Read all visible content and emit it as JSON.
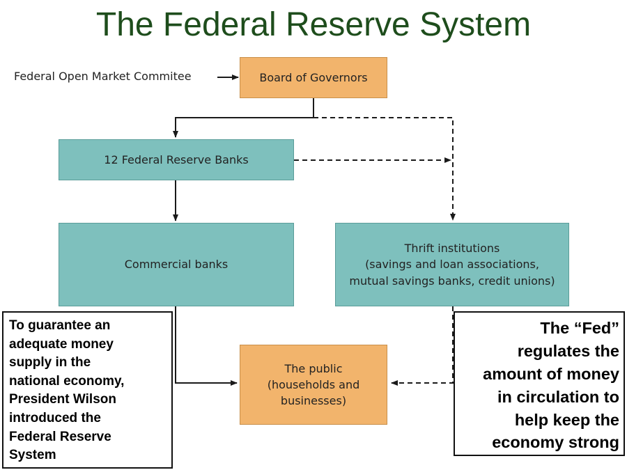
{
  "slide": {
    "title": "The Federal Reserve System"
  },
  "diagram": {
    "fomc_label": "Federal Open Market Commitee",
    "board": "Board of Governors",
    "reserve_banks": "12 Federal Reserve Banks",
    "commercial_banks": "Commercial banks",
    "thrift": "Thrift institutions\n(savings and loan associations,\nmutual savings banks, credit unions)",
    "public": "The public\n(households and\nbusinesses)"
  },
  "notes": {
    "left": "To guarantee an\nadequate money\nsupply in the\nnational economy,\nPresident Wilson\nintroduced the\nFederal Reserve\nSystem",
    "right": "The “Fed”\nregulates the\namount of money\nin circulation to\nhelp keep the\neconomy strong"
  },
  "colors": {
    "title": "#1e4d1c",
    "orange_box": "#f2b46c",
    "teal_box": "#7ec0bd"
  }
}
